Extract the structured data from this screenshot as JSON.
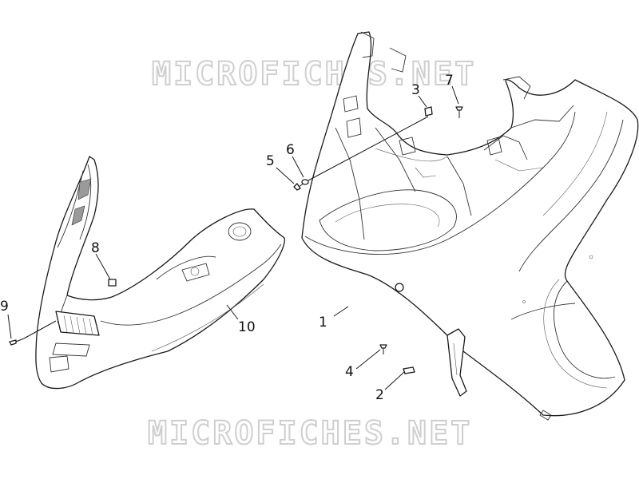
{
  "watermarks": [
    "MICROFICHES.NET",
    "MICROFICHES.NET"
  ],
  "callouts": [
    {
      "id": "1",
      "label": "1"
    },
    {
      "id": "2",
      "label": "2"
    },
    {
      "id": "3",
      "label": "3"
    },
    {
      "id": "4",
      "label": "4"
    },
    {
      "id": "5",
      "label": "5"
    },
    {
      "id": "6",
      "label": "6"
    },
    {
      "id": "7",
      "label": "7"
    },
    {
      "id": "8",
      "label": "8"
    },
    {
      "id": "9",
      "label": "9"
    },
    {
      "id": "10",
      "label": "10"
    }
  ],
  "colors": {
    "line": "#1a1a1a",
    "watermark_outline": "#cfcfcf",
    "background": "#ffffff"
  }
}
